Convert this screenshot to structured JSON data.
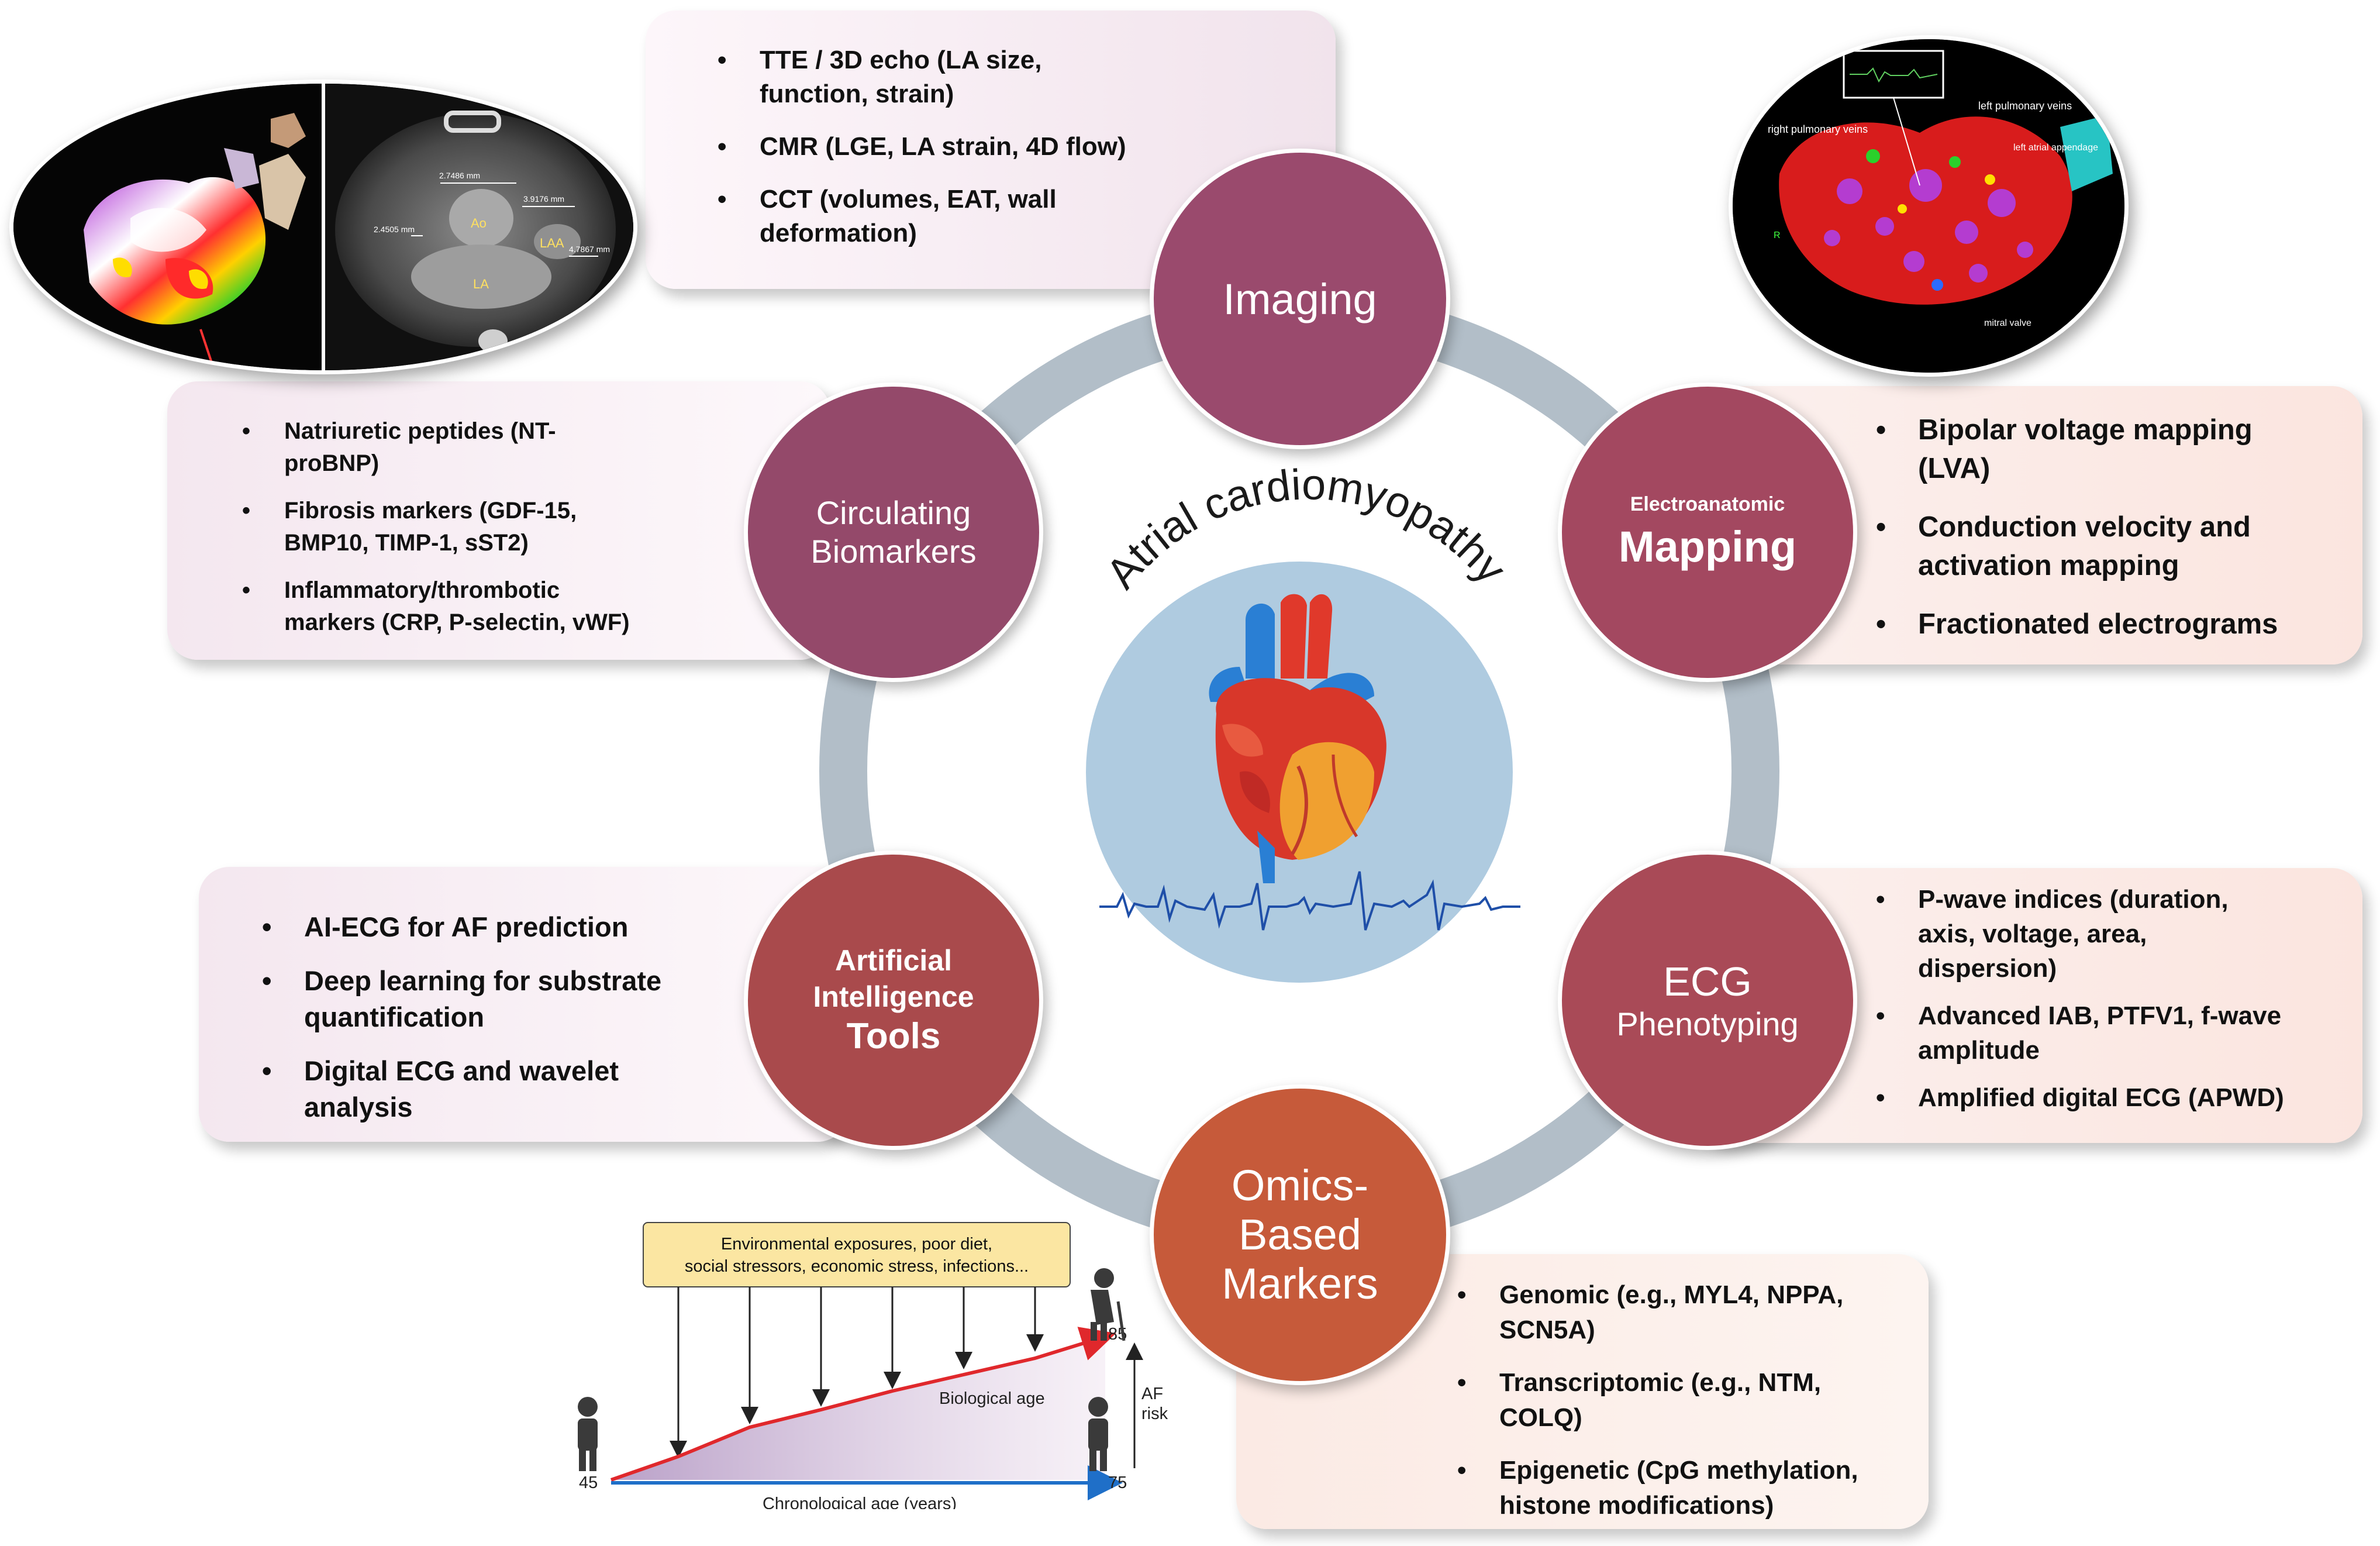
{
  "center": {
    "title": "Atrial cardiomyopathy"
  },
  "nodes": {
    "imaging": {
      "label": "Imaging"
    },
    "mapping": {
      "label_small": "Electroanatomic",
      "label_big": "Mapping"
    },
    "ecg": {
      "line1": "ECG",
      "line2": "Phenotyping"
    },
    "omics": {
      "line1": "Omics-",
      "line2": "Based",
      "line3": "Markers"
    },
    "ai": {
      "line1": "Artificial",
      "line2": "Intelligence",
      "line3": "Tools"
    },
    "biomarkers": {
      "line1": "Circulating",
      "line2": "Biomarkers"
    }
  },
  "boxes": {
    "imaging": [
      [
        "TTE / 3D echo (LA size,",
        "function, strain)"
      ],
      [
        "CMR (LGE, LA strain, 4D flow)"
      ],
      [
        "CCT (volumes, EAT, wall",
        "deformation)"
      ]
    ],
    "mapping": [
      [
        "Bipolar voltage mapping",
        "(LVA)"
      ],
      [
        "Conduction velocity and",
        "activation mapping"
      ],
      [
        "Fractionated electrograms"
      ]
    ],
    "ecg": [
      [
        "P-wave indices (duration,",
        "axis, voltage, area,",
        "dispersion)"
      ],
      [
        "Advanced IAB, PTFV1, f-wave",
        "amplitude"
      ],
      [
        "Amplified digital ECG (APWD)"
      ]
    ],
    "omics": [
      [
        "Genomic (e.g., MYL4, NPPA,",
        "SCN5A)"
      ],
      [
        "Transcriptomic (e.g., NTM,",
        "COLQ)"
      ],
      [
        "Epigenetic (CpG methylation,",
        "histone modifications)"
      ]
    ],
    "ai": [
      [
        "AI-ECG for AF prediction"
      ],
      [
        "Deep learning for substrate",
        "quantification"
      ],
      [
        "Digital ECG and wavelet",
        "analysis"
      ]
    ],
    "biomarkers": [
      [
        "Natriuretic peptides (NT-",
        "proBNP)"
      ],
      [
        "Fibrosis markers (GDF-15,",
        "BMP10, TIMP-1, sST2)"
      ],
      [
        "Inflammatory/thrombotic",
        "markers (CRP, P-selectin, vWF)"
      ]
    ]
  },
  "ct_image": {
    "labels": [
      "Ao",
      "LAA",
      "LA"
    ],
    "measurements": [
      "2.7486 mm",
      "3.9176 mm",
      "2.4505 mm",
      "4.7867 mm"
    ]
  },
  "map_image": {
    "labels": [
      "left pulmonary veins",
      "right pulmonary veins",
      "left atrial appendage",
      "mitral valve",
      "R"
    ]
  },
  "aging_chart": {
    "exposures_line1": "Environmental exposures, poor diet,",
    "exposures_line2": "social stressors, economic stress, infections...",
    "bio_age_label": "Biological age",
    "chrono_label": "Chronological age (years)",
    "af_risk_line1": "AF",
    "af_risk_line2": "risk",
    "age_start": "45",
    "age_bio_end": "85",
    "age_chrono_end": "75"
  },
  "colors": {
    "imaging": "#9a4a6d",
    "mapping": "#a34860",
    "ecg": "#a94a57",
    "omics": "#c65a3a",
    "ai": "#a94a4c",
    "biomarkers": "#94496a",
    "ring": "#b2bec8",
    "center_circle": "#afcbe0"
  }
}
